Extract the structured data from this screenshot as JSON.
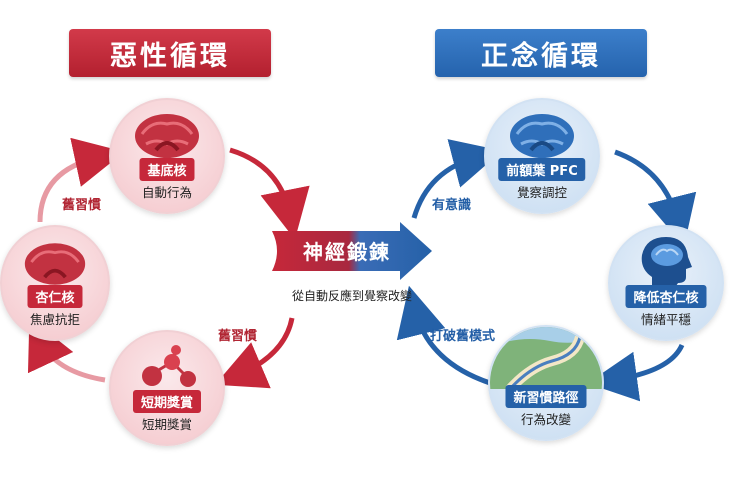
{
  "vicious": {
    "title": "惡性循環",
    "nodes": [
      {
        "title": "基底核",
        "sub": "自動行為",
        "icon": "brain-icon"
      },
      {
        "title": "杏仁核",
        "sub": "焦慮抗拒",
        "icon": "brain-icon"
      },
      {
        "title": "短期獎賞",
        "sub": "短期獎賞",
        "icon": "molecule-icon"
      }
    ],
    "labels": {
      "left": "舊習慣",
      "bottom": "舊習慣"
    }
  },
  "virtuous": {
    "title": "正念循環",
    "nodes": [
      {
        "title": "前額葉 PFC",
        "sub": "覺察調控",
        "icon": "brain-icon"
      },
      {
        "title": "降低杏仁核",
        "sub": "情緒平穩",
        "icon": "head-brain-icon"
      },
      {
        "title": "新習慣路徑",
        "sub": "行為改變",
        "icon": "path-landscape-icon"
      }
    ],
    "labels": {
      "top": "有意識",
      "bottom": "打破舊模式"
    }
  },
  "center": {
    "title": "神經鍛鍊",
    "subtitle": "從自動反應到覺察改變"
  },
  "colors": {
    "red": "#c6283a",
    "blue": "#2561a8"
  }
}
